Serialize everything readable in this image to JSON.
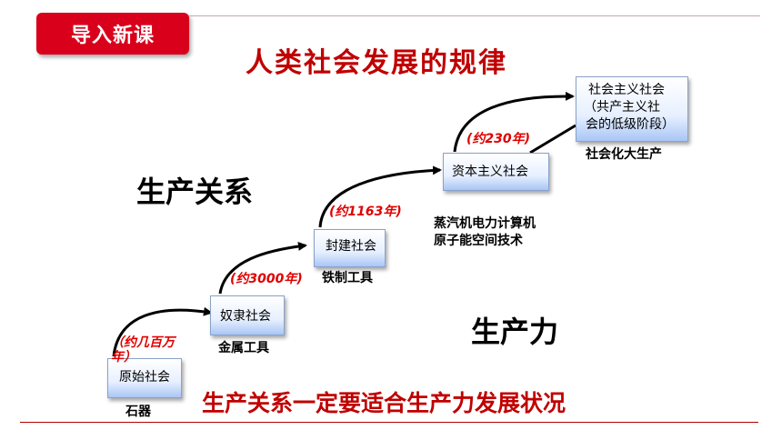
{
  "badge": "导入新课",
  "title": "人类社会发展的规律",
  "relations_label": "生产关系",
  "forces_label": "生产力",
  "subtitle": "生产关系一定要适合生产力发展状况",
  "stages": [
    {
      "name": "原始社会",
      "tool": "石器"
    },
    {
      "name": "奴隶社会",
      "tool": "金属工具"
    },
    {
      "name": "封建社会",
      "tool": "铁制工具"
    },
    {
      "name": "资本主义社会",
      "tool_lines": [
        "蒸汽机电力计算机",
        "原子能空间技术"
      ]
    },
    {
      "name_lines": [
        "社会主义社会",
        "（共产主义社",
        "会的低级阶段）"
      ],
      "tool": "社会化大生产"
    }
  ],
  "periods": [
    "（约几百万年）",
    "(约3000年)",
    "(约1163年)",
    "(约230年)"
  ]
}
